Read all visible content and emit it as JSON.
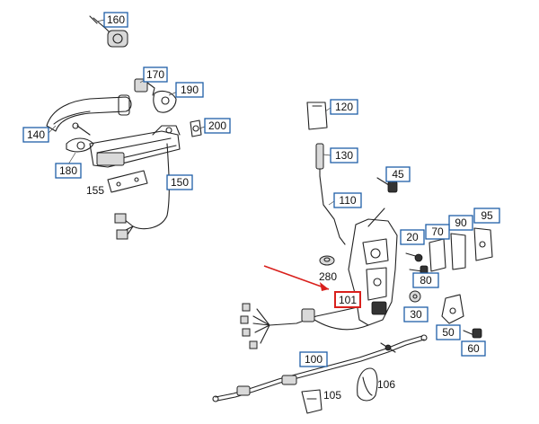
{
  "labels": {
    "p160": "160",
    "p170": "170",
    "p190": "190",
    "p140": "140",
    "p200": "200",
    "p180": "180",
    "p155": "155",
    "p150": "150",
    "p120": "120",
    "p130": "130",
    "p45": "45",
    "p110": "110",
    "p95": "95",
    "p90": "90",
    "p20": "20",
    "p70": "70",
    "p280": "280",
    "p80": "80",
    "p101": "101",
    "p30": "30",
    "p50": "50",
    "p60": "60",
    "p100": "100",
    "p105": "105",
    "p106": "106"
  }
}
